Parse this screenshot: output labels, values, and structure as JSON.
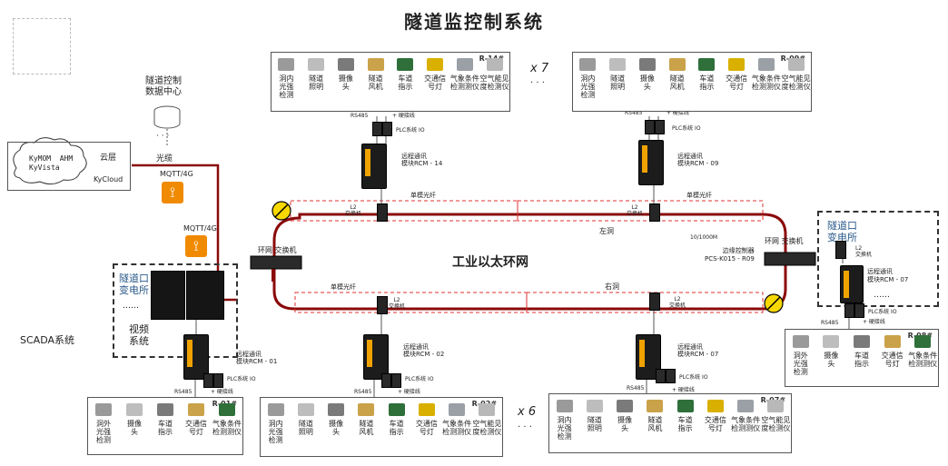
{
  "title": "隧道监控制系统",
  "cloud": {
    "apps": "KyMOM  AHM\nKyVista",
    "layer": "云层",
    "kycloud": "KyCloud"
  },
  "datacenter": {
    "label": "隧道控制\n数据中心",
    "dots": "· · ·",
    "fiber": "光缆"
  },
  "mqtt1": "MQTT/4G",
  "mqtt2": "MQTT/4G",
  "scada": "SCADA系统",
  "ring": {
    "label": "工业以太环网",
    "left_tunnel": "左洞",
    "right_tunnel": "右洞",
    "speed": "10/1000M",
    "single_fiber": "单模光纤"
  },
  "core_switch": "环网 交换机",
  "core_switch_right": "环网 交换机",
  "edge_controller": "边缘控制器\nPCS-K015 - R09",
  "substation_left": {
    "label": "隧道口\n变电所",
    "dots": "……",
    "video": "视频\n系统"
  },
  "substation_right": {
    "label": "隧道口\n变电所",
    "l2": "L2\n交换机",
    "remote": "远程通讯\n模块RCM - 07",
    "dots": "……"
  },
  "l2_switch": "L2\n交换机",
  "rs485": "RS485",
  "plc_io": "PLC系统 IO",
  "hardwire": "+ 硬接线",
  "repeat_top": "x 7",
  "repeat_bottom": "x 6",
  "vdots": "· · ·",
  "remotes": {
    "r14": "远程通讯\n模块RCM - 14",
    "r09": "远程通讯\n模块RCM - 09",
    "r01": "远程通讯\n模块RCM - 01",
    "r02": "远程通讯\n模块RCM - 02",
    "r07": "远程通讯\n模块RCM - 07"
  },
  "panels": {
    "r14": {
      "tag": "R-14#",
      "devices": [
        "洞内\n光强\n检测",
        "隧道\n照明",
        "摄像\n头",
        "隧道\n风机",
        "车道\n指示",
        "交通信\n号灯",
        "气象条件\n检测测仪",
        "空气能见\n度检测仪"
      ]
    },
    "r09": {
      "tag": "R-09#",
      "devices": [
        "洞内\n光强\n检测",
        "隧道\n照明",
        "摄像\n头",
        "隧道\n风机",
        "车道\n指示",
        "交通信\n号灯",
        "气象条件\n检测测仪",
        "空气能见\n度检测仪"
      ]
    },
    "r08": {
      "tag": "R-08#",
      "devices": [
        "洞外\n光强\n检测",
        "摄像\n头",
        "车道\n指示",
        "交通信\n号灯",
        "气象条件\n检测测仪"
      ]
    },
    "r01": {
      "tag": "R-01#",
      "devices": [
        "洞外\n光强\n检测",
        "摄像\n头",
        "车道\n指示",
        "交通信\n号灯",
        "气象条件\n检测测仪"
      ]
    },
    "r02": {
      "tag": "R-02#",
      "devices": [
        "洞内\n光强\n检测",
        "隧道\n照明",
        "摄像\n头",
        "隧道\n风机",
        "车道\n指示",
        "交通信\n号灯",
        "气象条件\n检测测仪",
        "空气能见\n度检测仪"
      ]
    },
    "r07": {
      "tag": "R-07#",
      "devices": [
        "洞内\n光强\n检测",
        "隧道\n照明",
        "摄像\n头",
        "隧道\n风机",
        "车道\n指示",
        "交通信\n号灯",
        "气象条件\n检测测仪",
        "空气能见\n度检测仪"
      ]
    }
  },
  "colors": {
    "ring": "#8b0a0a",
    "fiber_dash": "#e03030",
    "orange": "#f08a00"
  }
}
